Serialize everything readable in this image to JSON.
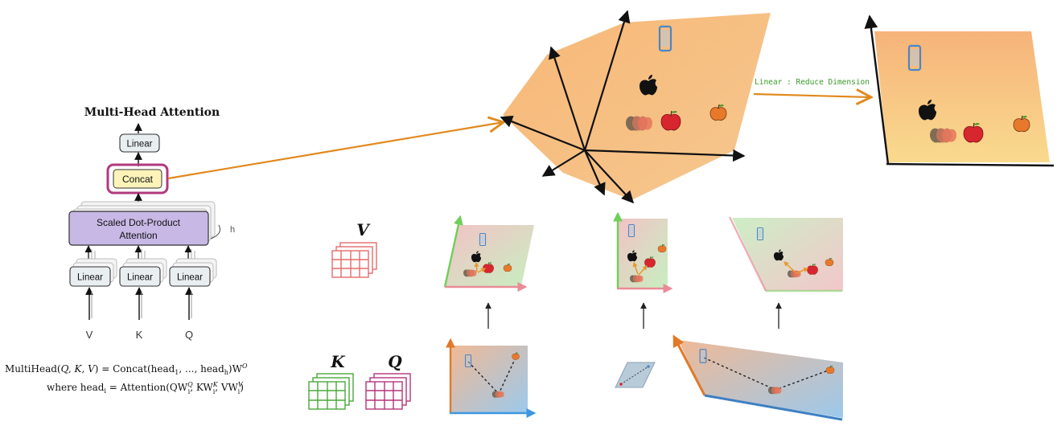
{
  "mha": {
    "title": "Multi-Head Attention",
    "linear_top": "Linear",
    "concat": "Concat",
    "sdpa_line1": "Scaled Dot-Product",
    "sdpa_line2": "Attention",
    "h_label": "h",
    "linear_v": "Linear",
    "linear_k": "Linear",
    "linear_q": "Linear",
    "input_v": "V",
    "input_k": "K",
    "input_q": "Q"
  },
  "formulas": {
    "line1_left": "MultiHead(",
    "line1_args": "Q, K, V",
    "line1_mid": ") = Concat(head",
    "line1_sub1": "1",
    "line1_dots": ", ..., head",
    "line1_subh": "h",
    "line1_end": ")W",
    "line1_sup": "O",
    "line2_where": "where head",
    "line2_sub_i": "i",
    "line2_eq": " = Attention(QW",
    "line2_sup_q": "Q",
    "line2_sub_q": "i",
    "line2_kw": ", KW",
    "line2_sup_k": "K",
    "line2_sub_k": "i",
    "line2_vw": ", VW",
    "line2_sup_v": "V",
    "line2_sub_v": "i",
    "line2_close": ")"
  },
  "reduce_label": "Linear : Reduce Dimension",
  "matrix_labels": {
    "v": "V",
    "k": "K",
    "q": "Q"
  },
  "colors": {
    "concat_border": "#b03a7e",
    "concat_fill": "#fdf2b8",
    "sdpa_fill": "#c8b8e6",
    "linear_fill": "#e9eef0",
    "orange_arrow": "#e08a1e",
    "reduce_label": "#3a9a2a",
    "v_matrix": "#e56b6b",
    "k_matrix": "#4aa83a",
    "q_matrix": "#b3357a",
    "phone": "#4a86c8",
    "apple_red": "#d8262e",
    "apple_orange": "#e8792b"
  },
  "icons": [
    "phone-icon",
    "apple-logo-icon",
    "red-apple-icon",
    "orange-apple-icon",
    "apple-group-icon"
  ]
}
